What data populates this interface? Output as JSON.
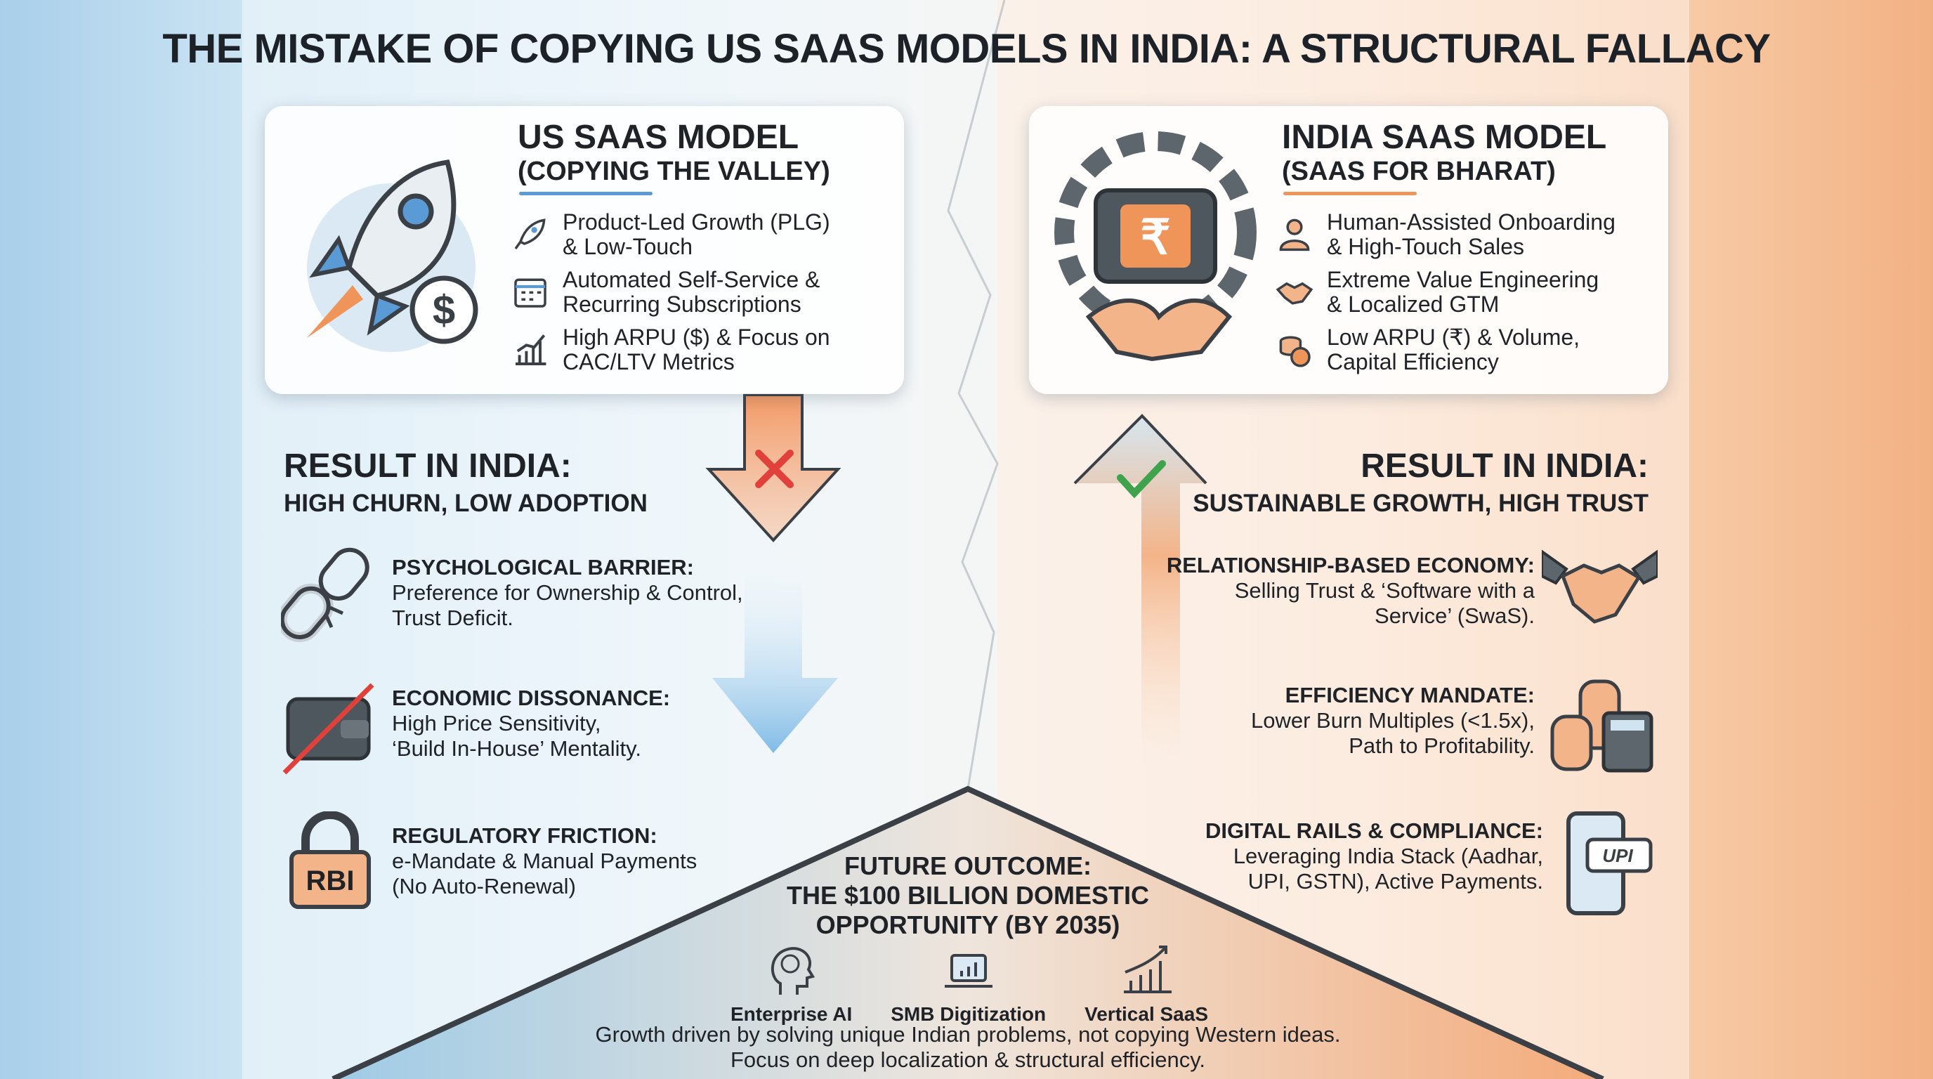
{
  "title": "THE MISTAKE OF COPYING US SAAS MODELS IN INDIA: A STRUCTURAL FALLACY",
  "colors": {
    "us_accent": "#5b9bd5",
    "india_accent": "#f0955a",
    "cross": "#e0413a",
    "check": "#3fa34d"
  },
  "us_card": {
    "title": "US SAAS MODEL",
    "subtitle": "(COPYING THE VALLEY)",
    "items": [
      {
        "icon": "rocket-icon",
        "line1": "Product-Led Growth (PLG)",
        "line2": "& Low-Touch"
      },
      {
        "icon": "calendar-icon",
        "line1": "Automated Self-Service &",
        "line2": "Recurring Subscriptions"
      },
      {
        "icon": "bar-chart-icon",
        "line1": "High ARPU ($) & Focus on",
        "line2": "CAC/LTV Metrics"
      }
    ]
  },
  "india_card": {
    "title": "INDIA SAAS MODEL",
    "subtitle": "(SAAS FOR BHARAT)",
    "items": [
      {
        "icon": "person-icon",
        "line1": "Human-Assisted Onboarding",
        "line2": "& High-Touch Sales"
      },
      {
        "icon": "handshake-icon",
        "line1": "Extreme Value Engineering",
        "line2": "& Localized GTM"
      },
      {
        "icon": "coins-icon",
        "line1": "Low ARPU (₹) & Volume,",
        "line2": "Capital Efficiency"
      }
    ]
  },
  "left_result": {
    "heading": "RESULT IN INDIA:",
    "subheading": "HIGH CHURN, LOW ADOPTION",
    "items": [
      {
        "title": "PSYCHOLOGICAL BARRIER:",
        "line1": "Preference for Ownership & Control,",
        "line2": "Trust Deficit."
      },
      {
        "title": "ECONOMIC DISSONANCE:",
        "line1": "High Price Sensitivity,",
        "line2": "‘Build In-House’ Mentality."
      },
      {
        "title": "REGULATORY FRICTION:",
        "line1": "e-Mandate & Manual Payments",
        "line2": "(No Auto-Renewal)",
        "badge": "RBI"
      }
    ]
  },
  "right_result": {
    "heading": "RESULT IN INDIA:",
    "subheading": "SUSTAINABLE GROWTH, HIGH TRUST",
    "items": [
      {
        "title": "RELATIONSHIP-BASED ECONOMY:",
        "line1": "Selling Trust & ‘Software with a",
        "line2": "Service’ (SwaS)."
      },
      {
        "title": "EFFICIENCY MANDATE:",
        "line1": "Lower Burn Multiples (<1.5x),",
        "line2": "Path to Profitability."
      },
      {
        "title": "DIGITAL RAILS & COMPLIANCE:",
        "line1": "Leveraging India Stack (Aadhar,",
        "line2": "UPI, GSTN), Active Payments.",
        "badge": "UPI"
      }
    ]
  },
  "future": {
    "line1": "FUTURE OUTCOME:",
    "line2": "THE $100 BILLION DOMESTIC",
    "line3": "OPPORTUNITY (BY 2035)",
    "categories": [
      "Enterprise AI",
      "SMB Digitization",
      "Vertical SaaS"
    ],
    "footer1": "Growth driven by solving unique Indian problems, not copying Western ideas.",
    "footer2": "Focus on deep localization & structural efficiency."
  },
  "rupee_symbol": "₹",
  "dollar_symbol": "$"
}
